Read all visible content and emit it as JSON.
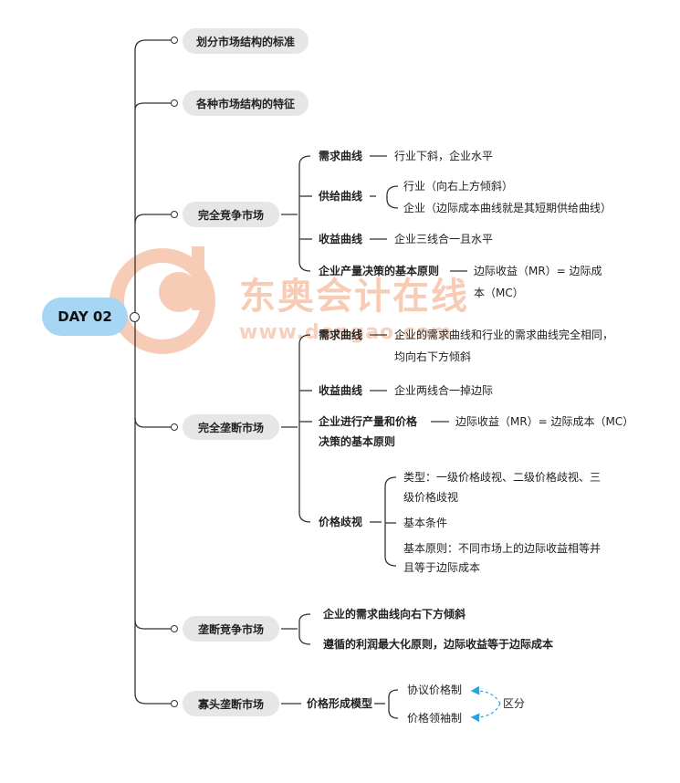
{
  "root": "DAY 02",
  "watermark": {
    "name": "东奥会计在线",
    "url": "www.dongao.com"
  },
  "branches": [
    {
      "label": "划分市场结构的标准"
    },
    {
      "label": "各种市场结构的特征"
    },
    {
      "label": "完全竞争市场",
      "children": [
        {
          "label": "需求曲线",
          "detail": "行业下斜，企业水平"
        },
        {
          "label": "供给曲线",
          "subitems": [
            "行业（向右上方倾斜）",
            "企业（边际成本曲线就是其短期供给曲线）"
          ]
        },
        {
          "label": "收益曲线",
          "detail": "企业三线合一且水平"
        },
        {
          "label": "企业产量决策的基本原则",
          "detail_lines": [
            "边际收益（MR）= 边际成",
            "本（MC）"
          ]
        }
      ]
    },
    {
      "label": "完全垄断市场",
      "children": [
        {
          "label": "需求曲线",
          "detail_lines": [
            "企业的需求曲线和行业的需求曲线完全相同，",
            "均向右下方倾斜"
          ]
        },
        {
          "label": "收益曲线",
          "detail": "企业两线合一掉边际"
        },
        {
          "label_lines": [
            "企业进行产量和价格",
            "决策的基本原则"
          ],
          "detail": "边际收益（MR）= 边际成本（MC）"
        },
        {
          "label": "价格歧视",
          "subitems_lines": [
            [
              "类型：一级价格歧视、二级价格歧视、三",
              "级价格歧视"
            ],
            [
              "基本条件"
            ],
            [
              "基本原则：不同市场上的边际收益相等并",
              "且等于边际成本"
            ]
          ]
        }
      ]
    },
    {
      "label": "垄断竞争市场",
      "children": [
        {
          "label": "企业的需求曲线向右下方倾斜"
        },
        {
          "label": "遵循的利润最大化原则，边际收益等于边际成本"
        }
      ]
    },
    {
      "label": "寡头垄断市场",
      "children": [
        {
          "label": "价格形成模型",
          "subitems": [
            "协议价格制",
            "价格领袖制"
          ],
          "note": "区分"
        }
      ]
    }
  ],
  "colors": {
    "root_fill": "#a6d6f4",
    "pill_fill": "#e6e6e6",
    "line": "#333333",
    "arrow": "#29a3e0"
  }
}
